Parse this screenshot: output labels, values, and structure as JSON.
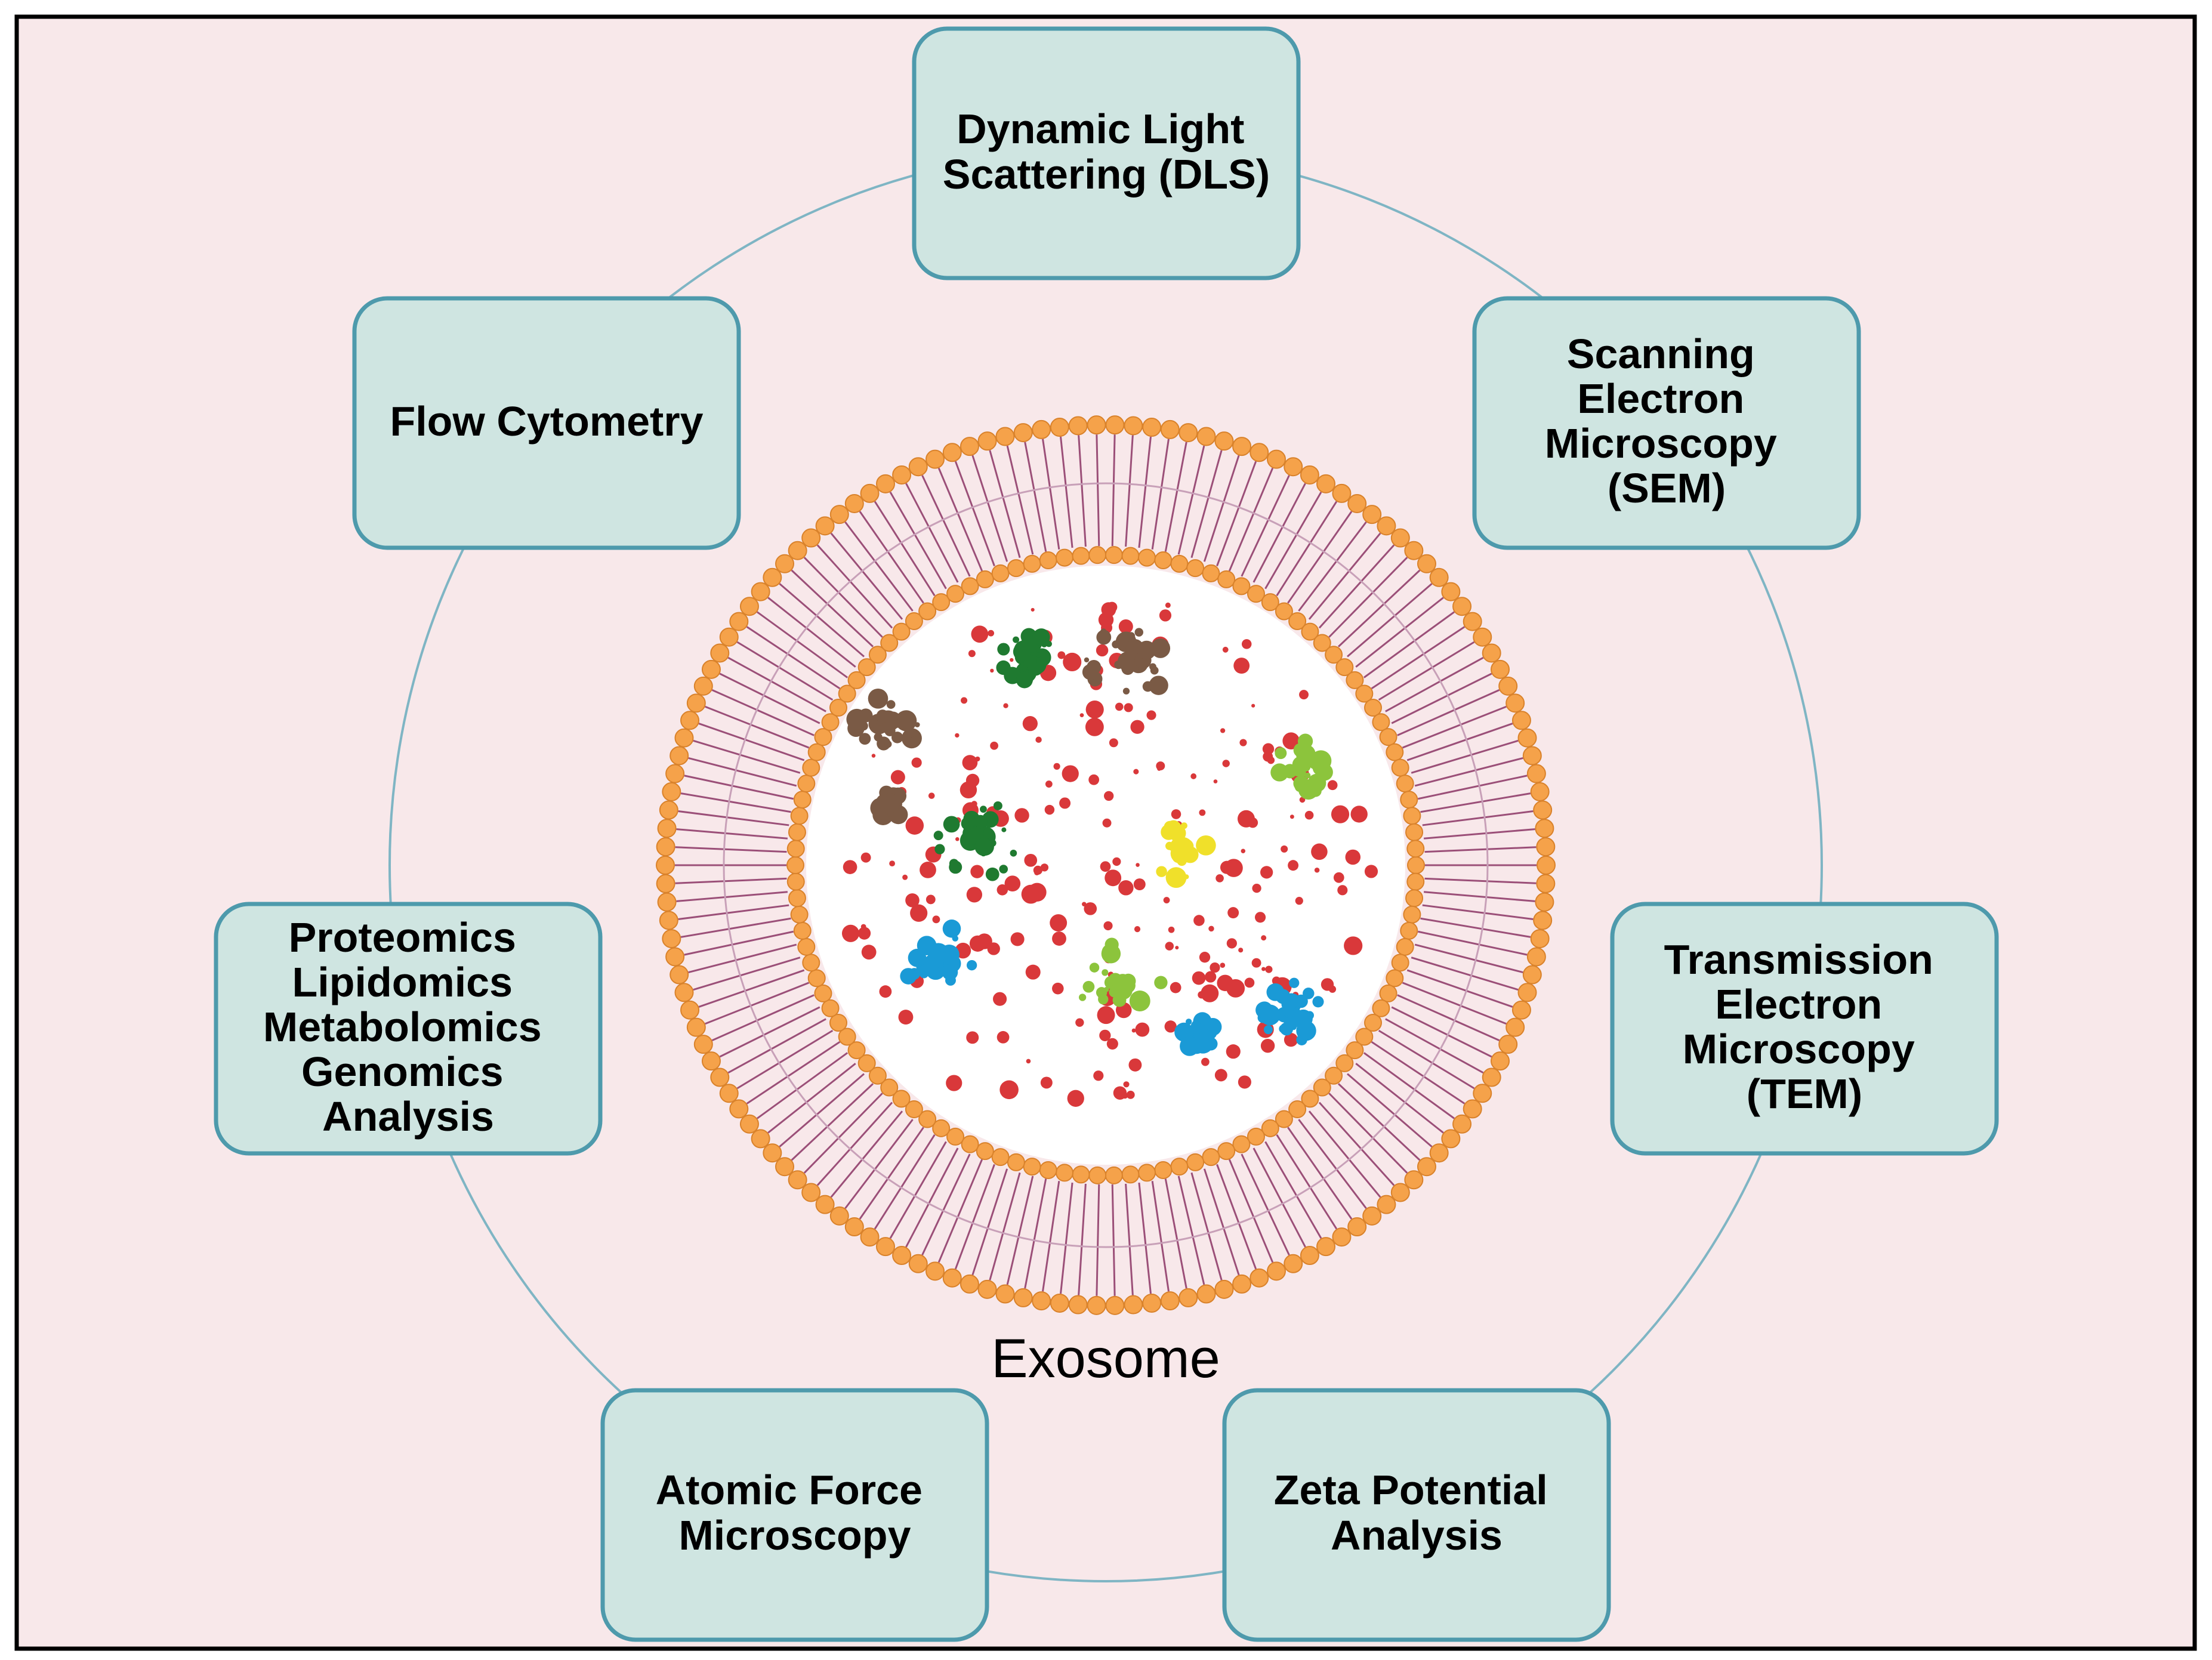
{
  "center": {
    "label": "Exosome"
  },
  "techniques": [
    {
      "id": "dls",
      "lines": [
        "Dynamic Light",
        "Scattering (DLS)"
      ]
    },
    {
      "id": "sem",
      "lines": [
        "Scanning",
        "Electron",
        "Microscopy",
        "(SEM)"
      ]
    },
    {
      "id": "tem",
      "lines": [
        "Transmission",
        "Electron",
        "Microscopy",
        "(TEM)"
      ]
    },
    {
      "id": "zeta",
      "lines": [
        "Zeta Potential",
        "Analysis"
      ]
    },
    {
      "id": "afm",
      "lines": [
        "Atomic Force",
        "Microscopy"
      ]
    },
    {
      "id": "omics",
      "lines": [
        "Proteomics",
        "Lipidomics",
        "Metabolomics",
        "Genomics",
        "Analysis"
      ]
    },
    {
      "id": "flow",
      "lines": [
        "Flow Cytometry"
      ]
    }
  ],
  "colors": {
    "background": "#f8e8ea",
    "frame": "#000000",
    "box_fill": "#cfe5e1",
    "box_stroke": "#4e9aac",
    "ring_line": "#7fb5c4",
    "lipid_head": "#f5a24a",
    "lipid_head_stroke": "#d9822b",
    "lipid_tail": "#9b4f78",
    "lumen": "#ffffff",
    "cargo": [
      "#d9383a",
      "#1f7a30",
      "#7a5a45",
      "#8cc43c",
      "#f0e02a",
      "#1a9ad6"
    ]
  }
}
